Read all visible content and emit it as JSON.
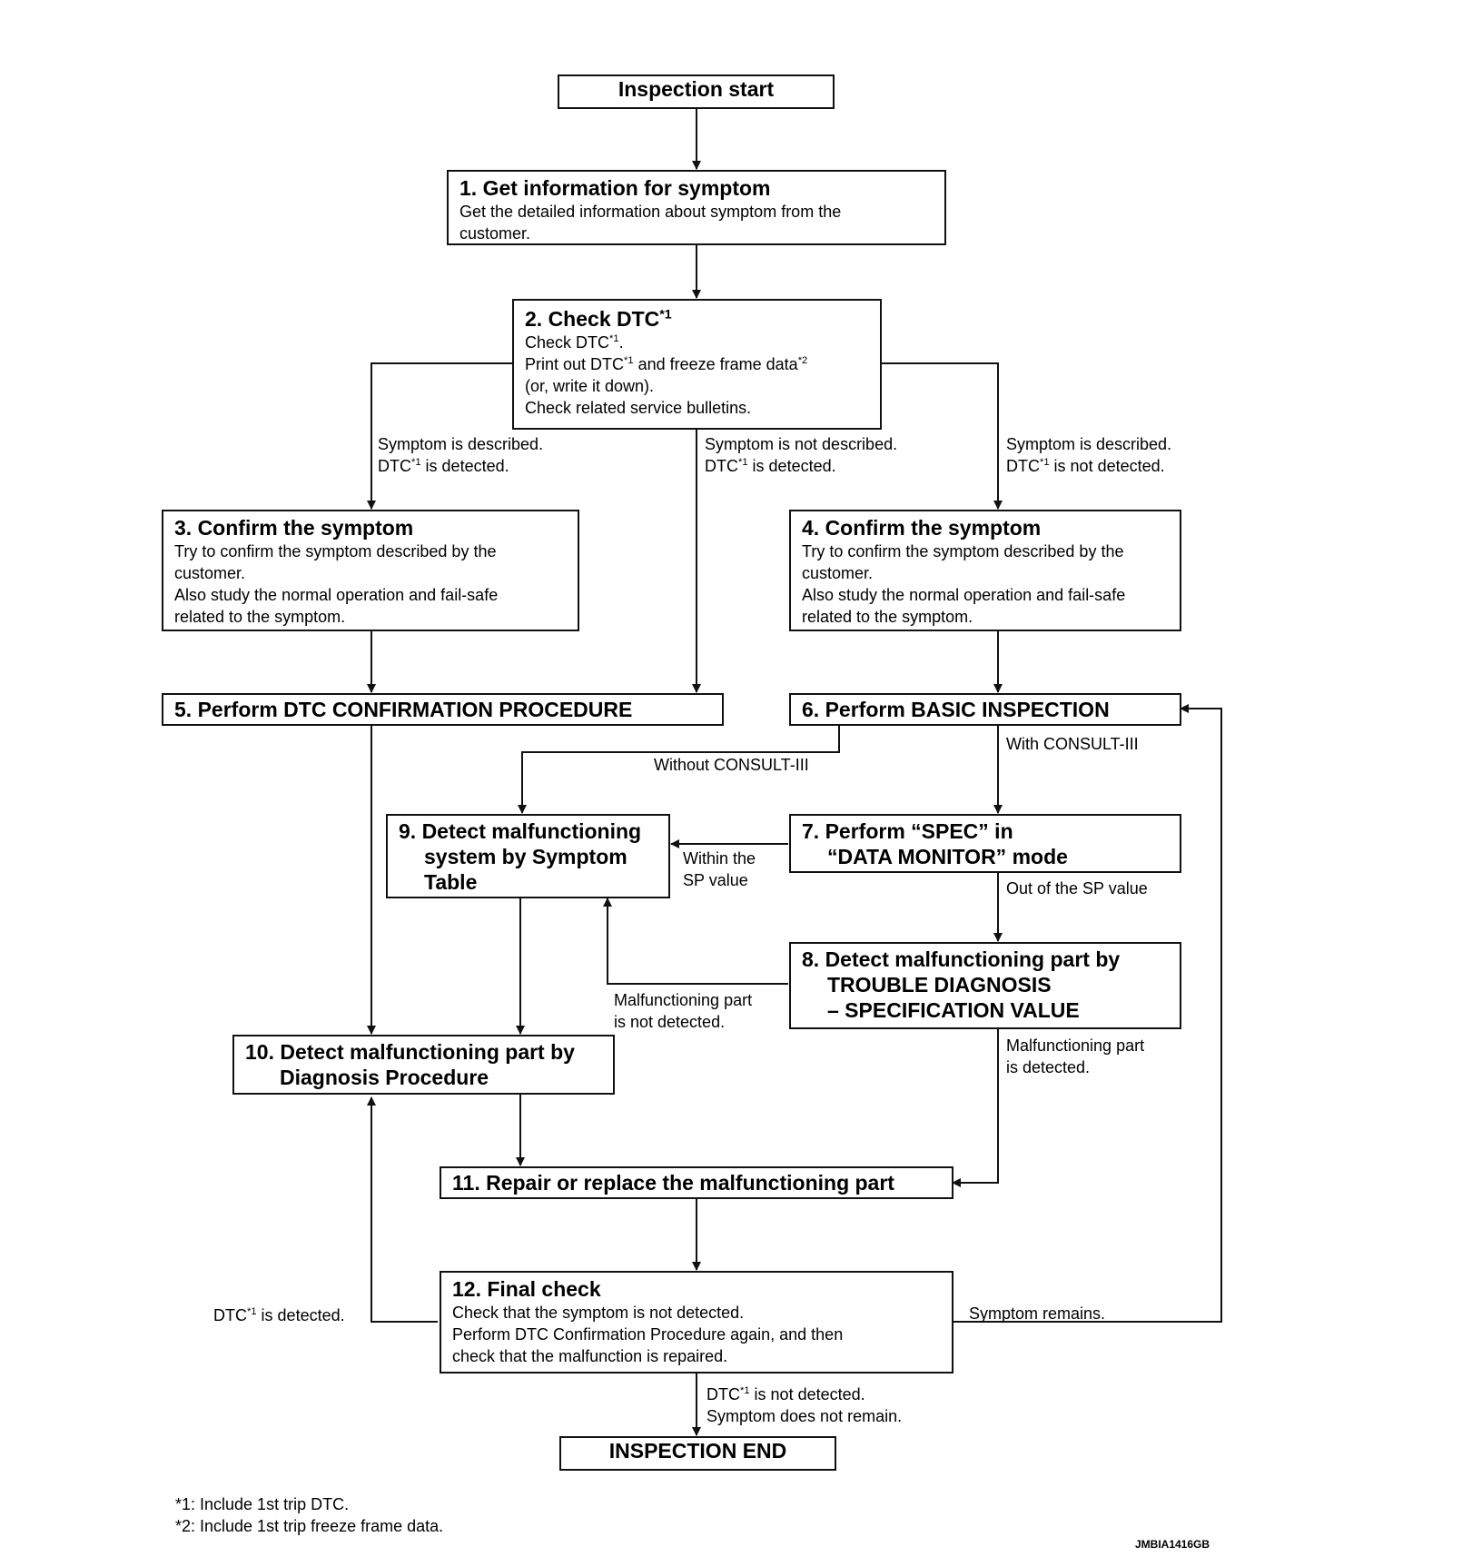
{
  "start": {
    "title": "Inspection start"
  },
  "step1": {
    "title": "1. Get information for symptom",
    "lines": [
      "Get the detailed information about symptom from the",
      "customer."
    ]
  },
  "step2": {
    "title": "2. Check DTC*1",
    "lines": [
      "Check DTC*1.",
      "Print out DTC*1 and freeze frame data*2",
      "(or, write it down).",
      "Check related service bulletins."
    ]
  },
  "step3": {
    "title": "3. Confirm the symptom",
    "lines": [
      "Try to confirm the symptom described by the",
      "customer.",
      "Also study the normal operation and fail-safe",
      "related to the symptom."
    ]
  },
  "step4": {
    "title": "4. Confirm the symptom",
    "lines": [
      "Try to confirm the symptom described by the",
      "customer.",
      "Also study the normal operation and fail-safe",
      "related to the symptom."
    ]
  },
  "step5": {
    "title": "5. Perform DTC CONFIRMATION PROCEDURE"
  },
  "step6": {
    "title": "6. Perform BASIC INSPECTION"
  },
  "step7": {
    "title_lines": [
      "7. Perform “SPEC” in",
      "“DATA MONITOR” mode"
    ]
  },
  "step8": {
    "title_lines": [
      "8. Detect malfunctioning part by",
      "TROUBLE DIAGNOSIS",
      "– SPECIFICATION VALUE"
    ]
  },
  "step9": {
    "title_lines": [
      "9. Detect malfunctioning",
      "system by Symptom",
      "Table"
    ]
  },
  "step10": {
    "title_lines": [
      "10. Detect malfunctioning part by",
      "Diagnosis Procedure"
    ]
  },
  "step11": {
    "title": "11. Repair or replace the malfunctioning part"
  },
  "step12": {
    "title": "12. Final check",
    "lines": [
      "Check that the symptom is not detected.",
      "Perform DTC Confirmation Procedure again, and then",
      "check that the malfunction is repaired."
    ]
  },
  "end": {
    "title": "INSPECTION END"
  },
  "labels": {
    "to3": [
      "Symptom is described.",
      "DTC*1 is detected."
    ],
    "to5": [
      "Symptom is not described.",
      "DTC*1 is detected."
    ],
    "to4": [
      "Symptom is described.",
      "DTC*1 is not detected."
    ],
    "without_consult": "Without CONSULT-III",
    "with_consult": "With CONSULT-III",
    "within_sp": [
      "Within the",
      "SP value"
    ],
    "out_of_sp": "Out of the SP value",
    "mal_not_detected": [
      "Malfunctioning part",
      "is not detected."
    ],
    "mal_detected": [
      "Malfunctioning part",
      "is detected."
    ],
    "dtc_detected": "DTC*1 is detected.",
    "symptom_remains": "Symptom remains.",
    "to_end": [
      "DTC*1 is not detected.",
      "Symptom does not remain."
    ]
  },
  "footnotes": [
    "*1: Include 1st trip DTC.",
    "*2: Include 1st trip freeze frame data."
  ],
  "figure_code": "JMBIA1416GB"
}
